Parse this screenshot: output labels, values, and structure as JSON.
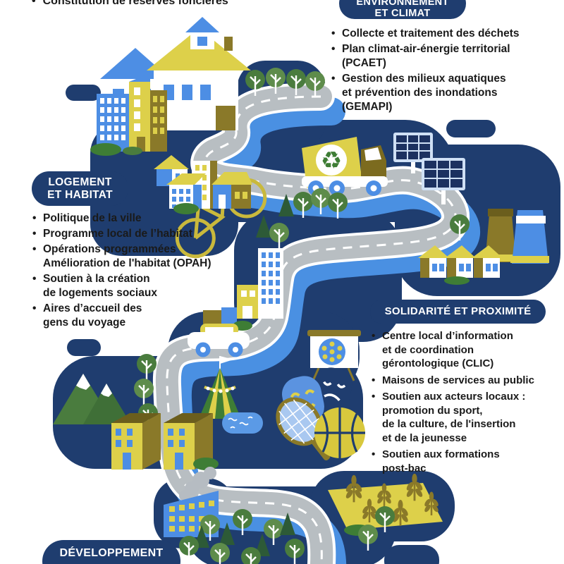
{
  "bullet_char": "•",
  "glyphs": {
    "recycle": "♻"
  },
  "palette": {
    "navy": "#1f3d6f",
    "road_grey": "#b8bec2",
    "river_blue": "#4a90e2",
    "accent_blue": "#4d8ee4",
    "yellow": "#ddd04a",
    "olive": "#8a7929",
    "green": "#4a7c3e",
    "green_light": "#5e8c4b",
    "pine_green": "#2d5a37",
    "text": "#1a1a1a",
    "white": "#ffffff"
  },
  "top_partial": {
    "text": "Constitution de réserves foncières"
  },
  "sections": {
    "environnement": {
      "title_lines": [
        "ENVIRONNEMENT",
        "ET CLIMAT"
      ],
      "bullets": [
        [
          "Collecte et traitement des déchets"
        ],
        [
          "Plan climat-air-énergie territorial",
          "(PCAET)"
        ],
        [
          "Gestion des milieux aquatiques",
          "et prévention des inondations",
          "(GEMAPI)"
        ]
      ]
    },
    "logement": {
      "title_lines": [
        "LOGEMENT",
        "ET HABITAT"
      ],
      "bullets": [
        [
          "Politique de la ville"
        ],
        [
          "Programme local de l’habitat"
        ],
        [
          "Opérations programmées",
          "Amélioration de l'habitat (OPAH)"
        ],
        [
          "Soutien à la création",
          "de logements sociaux"
        ],
        [
          "Aires d’accueil des",
          "gens du voyage"
        ]
      ]
    },
    "solidarite": {
      "title": "SOLIDARITÉ ET PROXIMITÉ",
      "bullets": [
        [
          "Centre local d’information",
          "et de coordination",
          "gérontologique (CLIC)"
        ],
        [
          "Maisons de services au public"
        ],
        [
          "Soutien aux acteurs locaux :",
          "promotion du sport,",
          "de la culture, de l'insertion",
          "et de la jeunesse"
        ],
        [
          "Soutien aux formations",
          "post-bac"
        ]
      ]
    },
    "developpement": {
      "title": "DÉVELOPPEMENT"
    }
  }
}
